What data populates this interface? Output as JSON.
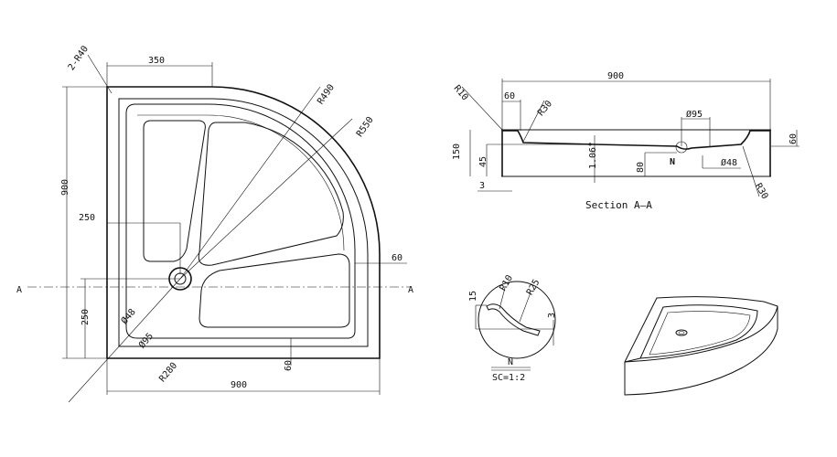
{
  "plan_view": {
    "labels": {
      "corner_radius": "2-R40",
      "width_350": "350",
      "r490": "R490",
      "r550": "R550",
      "height_900": "900",
      "offset_250_h": "250",
      "rim_60_right": "60",
      "section_mark_left": "A",
      "section_mark_right": "A",
      "offset_250_v": "250",
      "drain_48": "Ø48",
      "drain_95": "Ø95",
      "r280": "R280",
      "rim_60_bottom": "60",
      "width_900": "900"
    }
  },
  "section_view": {
    "title": "Section A–A",
    "labels": {
      "r10": "R10",
      "rim_60": "60",
      "r30_left": "R30",
      "length_900": "900",
      "drain_95": "Ø95",
      "height_150": "150",
      "depth_45": "45",
      "slope": "1.06°",
      "height_80": "80",
      "detail_mark": "N",
      "drain_48": "Ø48",
      "rim_60_right": "60",
      "thickness_3": "3",
      "r30_right": "R30"
    }
  },
  "detail_view": {
    "labels": {
      "h15": "15",
      "r10": "R10",
      "r25": "R25",
      "t3": "3"
    },
    "name": "N",
    "scale": "SC=1:2"
  }
}
